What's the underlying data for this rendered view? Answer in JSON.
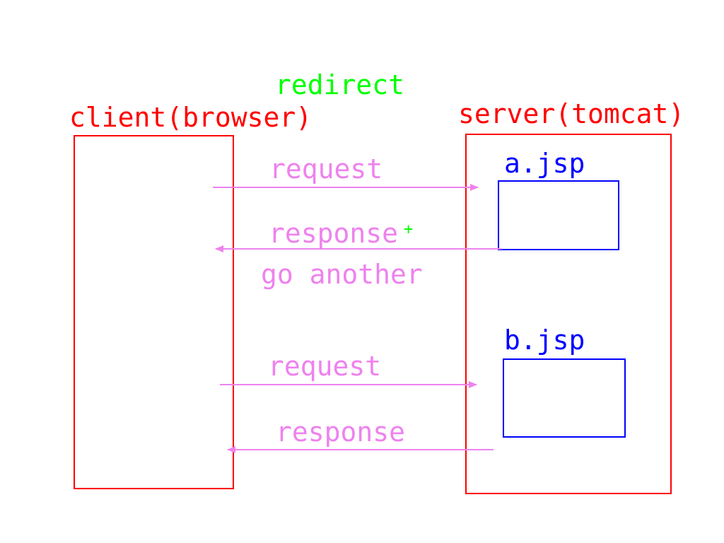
{
  "diagram": {
    "caption": "redirect",
    "colors": {
      "actor_border": "#ff0000",
      "page_border": "#0000ff",
      "arrow": "#ee82ee",
      "caption": "#00ff00"
    },
    "client": {
      "label": "client(browser)"
    },
    "server": {
      "label": "server(tomcat)",
      "pages": [
        {
          "label": "a.jsp"
        },
        {
          "label": "b.jsp"
        }
      ]
    },
    "messages": [
      {
        "label": "request",
        "from": "client",
        "to": "a.jsp"
      },
      {
        "label": "response",
        "marker": "+",
        "from": "a.jsp",
        "to": "client",
        "note": "go another"
      },
      {
        "label": "request",
        "from": "client",
        "to": "b.jsp"
      },
      {
        "label": "response",
        "from": "b.jsp",
        "to": "client"
      }
    ]
  }
}
